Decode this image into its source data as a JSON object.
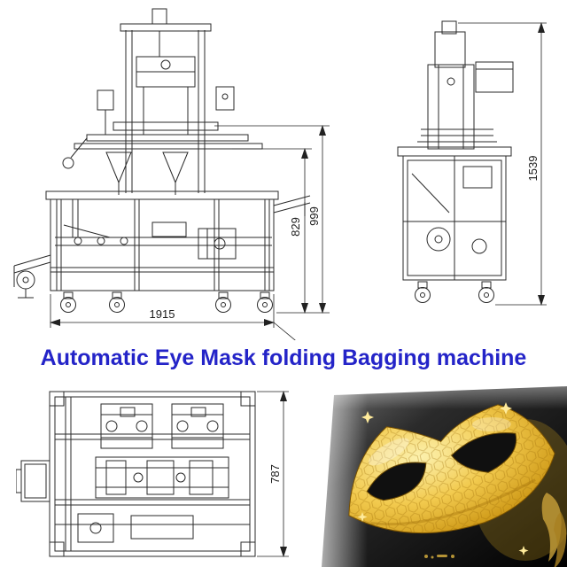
{
  "title": "Automatic Eye Mask folding Bagging machine",
  "colors": {
    "title_blue": "#2424c8",
    "drawing_line": "#2a2a2a",
    "gold": "#e3b33a",
    "package_black": "#0a0a0a"
  },
  "views": {
    "front": {
      "dim_width_mm": "1915",
      "dim_height_inner_mm": "829",
      "dim_height_outer_mm": "999"
    },
    "side": {
      "dim_height_mm": "1539"
    },
    "top": {
      "dim_depth_mm": "787"
    }
  }
}
